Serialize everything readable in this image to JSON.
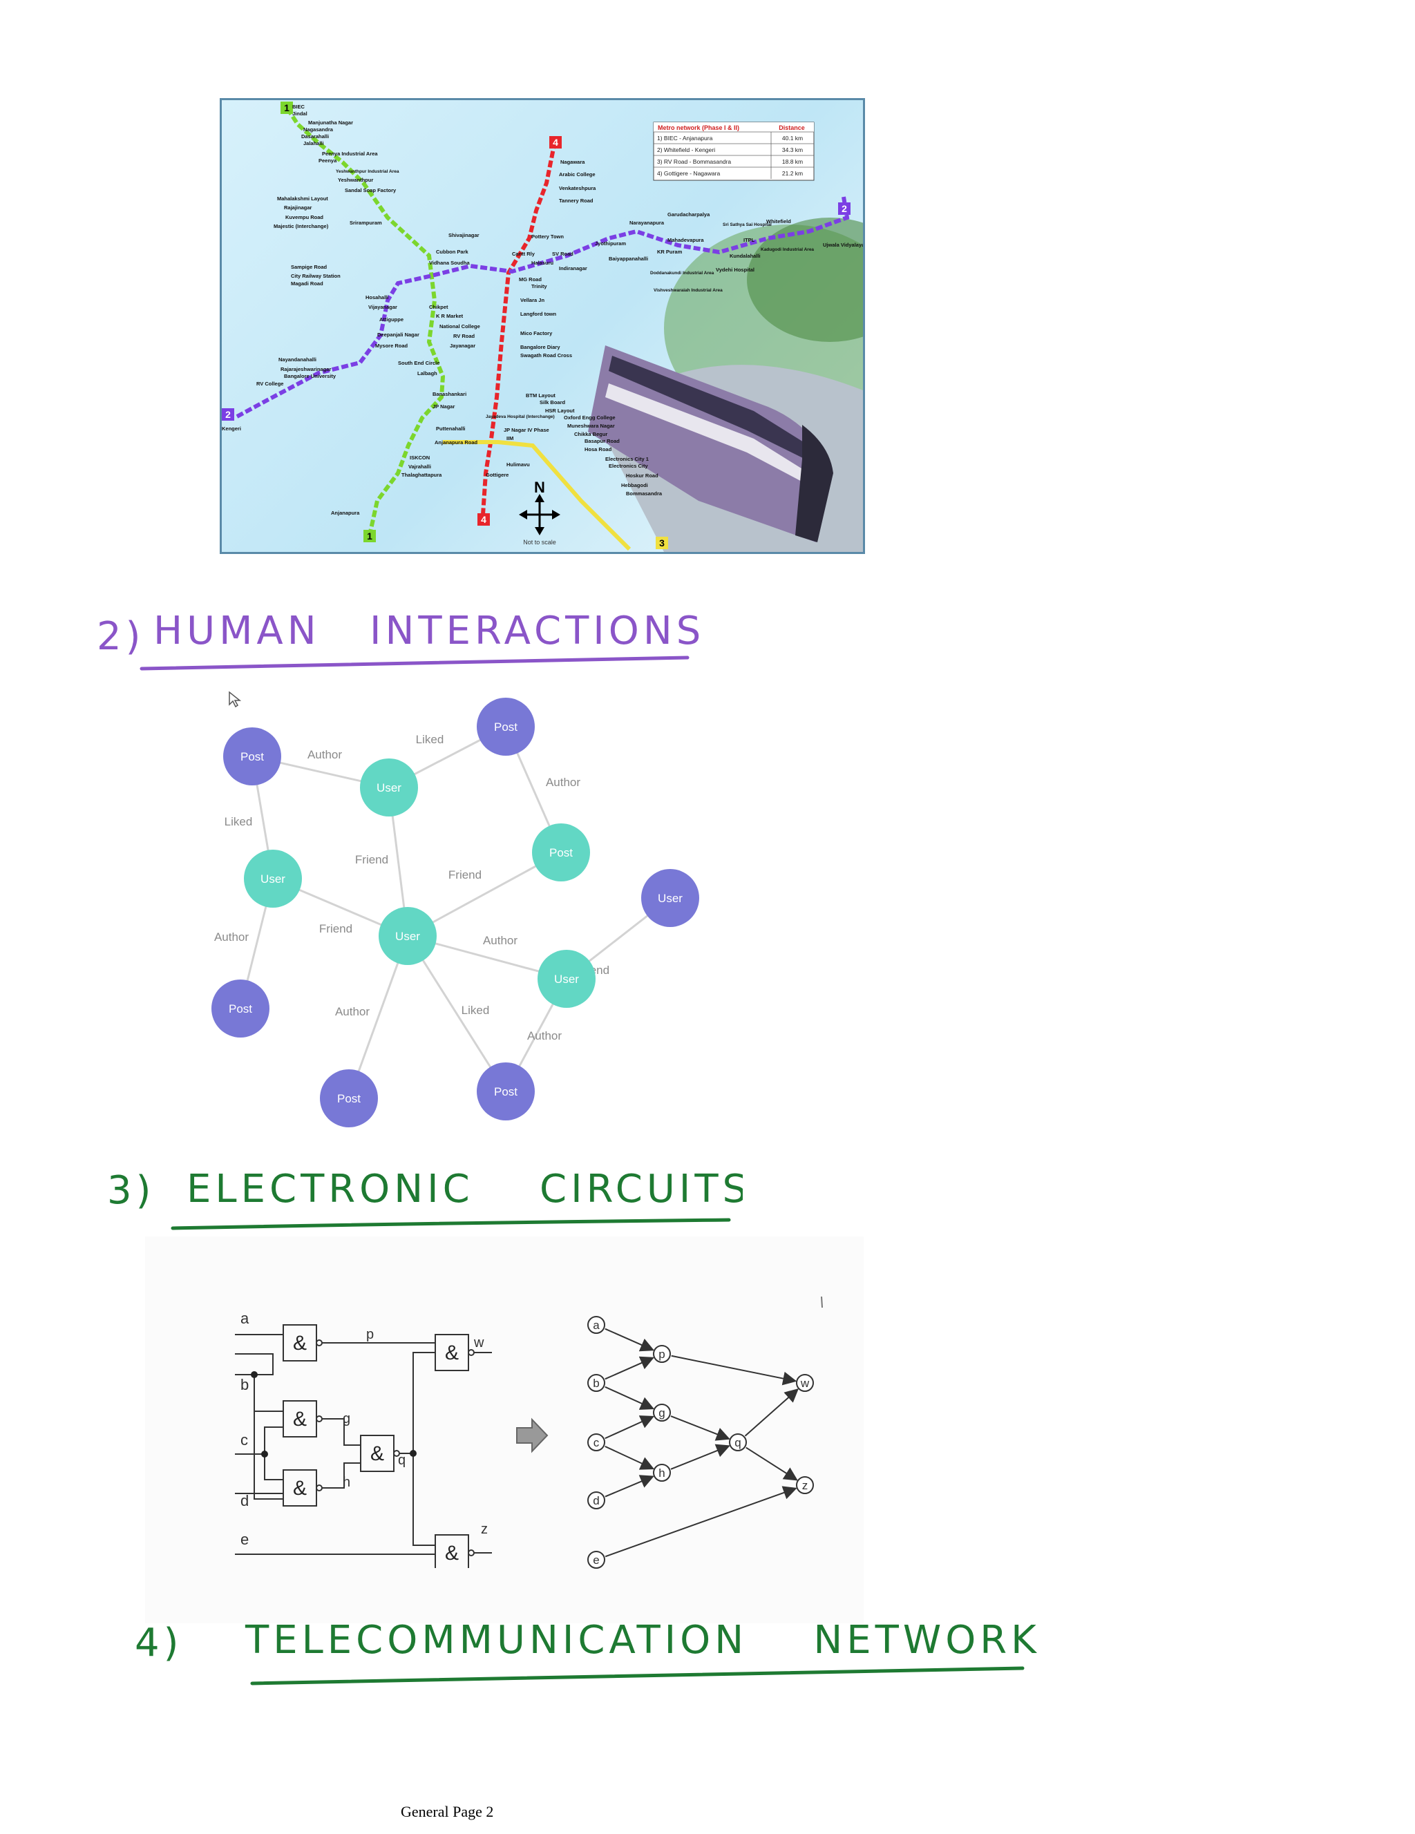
{
  "colors": {
    "purple_ink": "#8a55c8",
    "green_ink": "#1e7a32",
    "post_node": "#7878d6",
    "user_node": "#62d7c4",
    "line_green": "#7cd62d",
    "line_red": "#e8252b",
    "line_purple": "#7b3fe4",
    "line_yellow": "#f0e040"
  },
  "metro_map": {
    "stations_line1": [
      "BIEC",
      "Jindal",
      "Manjunatha Nagar",
      "Nagasandra",
      "Dasarahalli",
      "Jalahalli",
      "Peenya Industrial Area",
      "Peenya",
      "Yeshwanthpur Industrial Area",
      "Yeshwanthpur",
      "Sandal Soap Factory",
      "Mahalakshmi Layout",
      "Rajajinagar",
      "Kuvempu Road",
      "Srirampuram",
      "Majestic (Interchange)",
      "Chikpet",
      "K R Market",
      "National College",
      "RV Road",
      "Jayanagar",
      "South End Circle",
      "Lalbagh",
      "Banashankari",
      "JP Nagar",
      "Puttenahalli",
      "Anjanapura Road",
      "ISKCON",
      "Vajrahalli",
      "Thalaghattapura",
      "Anjanapura"
    ],
    "stations_line4": [
      "Nagawara",
      "Arabic College",
      "Venkateshpura",
      "Tannery Road",
      "Pottery Town",
      "Cantt Rly",
      "Halasuru",
      "MG Road",
      "Trinity",
      "Vellara Jn",
      "Langford town",
      "Mico Factory",
      "Bangalore Diary",
      "Swagath Road Cross",
      "Jayadeva Hospital (Interchange)",
      "JP Nagar IV Phase",
      "IIM",
      "Hulimavu",
      "Gottigere"
    ],
    "stations_line2": [
      "Sampige Road",
      "City Railway Station",
      "Magadi Road",
      "Hosahalli",
      "Vijayanagar",
      "Attiguppe",
      "Deepanjali Nagar",
      "Mysore Road",
      "Nayandanahalli",
      "Rajarajeshwarinagar",
      "Bangalore University",
      "RV College",
      "Kengeri",
      "Shivajinagar",
      "Cubbon Park",
      "Vidhana Soudha",
      "SV Road",
      "Indiranagar",
      "Jyothipuram",
      "Baiyappanahalli",
      "Narayanapura",
      "KR Puram",
      "Mahadevapura",
      "Doddanakundi Industrial Area",
      "Vishveshwaraiah Industrial Area",
      "Garudacharpalya",
      "Sri Sathya Sai Hospital",
      "Kundalahalli",
      "Vydehi Hospital",
      "ITPL",
      "Kadugodi Industrial Area",
      "Whitefield",
      "Ujwala Vidyalaya"
    ],
    "stations_line3": [
      "BTM Layout",
      "Silk Board",
      "HSR Layout",
      "Oxford Engg College",
      "Muneshwara Nagar",
      "Chikka Begur",
      "Basapur Road",
      "Hosa Road",
      "Electronics City 1",
      "Electronics City",
      "Hoskur Road",
      "Hebbagodi",
      "Bommasandra"
    ],
    "line_badges": [
      "1",
      "2",
      "3",
      "4"
    ],
    "table_header": [
      "Metro network (Phase I & II)",
      "Distance"
    ],
    "table_rows": [
      [
        "1) BIEC - Anjanapura",
        "40.1 km"
      ],
      [
        "2) Whitefield - Kengeri",
        "34.3 km"
      ],
      [
        "3) RV Road - Bommasandra",
        "18.8 km"
      ],
      [
        "4) Gottigere - Nagawara",
        "21.2 km"
      ]
    ],
    "compass": "N",
    "not_to_scale": "Not to scale"
  },
  "heading_2": {
    "number": "2)",
    "title": "HUMAN   INTERACTIONS"
  },
  "social_graph": {
    "node_labels": [
      "Post",
      "User",
      "Post",
      "User",
      "Post",
      "User",
      "User",
      "User",
      "Post",
      "Post",
      "Post"
    ],
    "edge_labels": [
      "Author",
      "Liked",
      "Liked",
      "Author",
      "Friend",
      "Friend",
      "Author",
      "Friend",
      "Friend",
      "Author",
      "Author",
      "Liked",
      "Author"
    ]
  },
  "heading_3": {
    "number": "3)",
    "title": "ELECTRONIC    CIRCUITS"
  },
  "circuit": {
    "gate_symbol": "&",
    "inputs": [
      "a",
      "b",
      "c",
      "d",
      "e"
    ],
    "wires": [
      "p",
      "g",
      "h",
      "q",
      "w",
      "z"
    ],
    "dag_nodes": [
      "a",
      "b",
      "c",
      "d",
      "e",
      "p",
      "g",
      "h",
      "q",
      "w",
      "z"
    ]
  },
  "heading_4": {
    "number": "4)",
    "title": "TELECOMMUNICATION    NETWORK"
  },
  "footer": "General Page 2"
}
